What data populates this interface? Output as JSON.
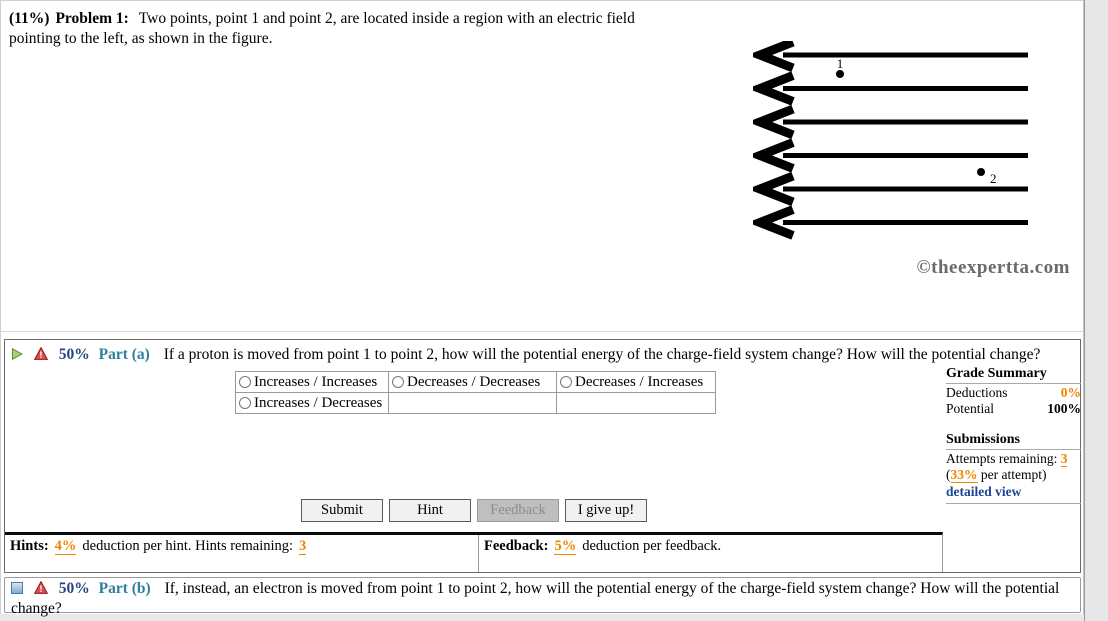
{
  "problem": {
    "percent": "(11%)",
    "label": "Problem 1:",
    "text": "Two points, point 1 and point 2, are located inside a region with an electric field pointing to the left, as shown in the figure."
  },
  "figure": {
    "arrow_count": 6,
    "point1_label": "1",
    "point2_label": "2"
  },
  "copyright": "©theexpertta.com",
  "part_a": {
    "percent": "50%",
    "label": "Part (a)",
    "question": "If a proton is moved from point 1 to point 2, how will the potential energy of the charge-field system change? How will the potential change?",
    "options": [
      "Increases / Increases",
      "Decreases / Decreases",
      "Decreases / Increases",
      "Increases / Decreases"
    ]
  },
  "grade_summary": {
    "title": "Grade Summary",
    "rows": [
      {
        "label": "Deductions",
        "value": "0%"
      },
      {
        "label": "Potential",
        "value": "100%"
      }
    ],
    "submissions_title": "Submissions",
    "attempts_label": "Attempts remaining:",
    "attempts_value": "3",
    "per_attempt_open": "(",
    "per_attempt_value": "33%",
    "per_attempt_close": " per attempt)",
    "detailed_view": "detailed view"
  },
  "buttons": {
    "submit": "Submit",
    "hint": "Hint",
    "feedback": "Feedback",
    "give_up": "I give up!"
  },
  "hints_bar": {
    "hints_label": "Hints:",
    "hint_deduction": "4%",
    "hints_text": "deduction per hint. Hints remaining:",
    "hints_remaining": "3",
    "feedback_label": "Feedback:",
    "feedback_deduction": "5%",
    "feedback_text": "deduction per feedback."
  },
  "part_b": {
    "percent": "50%",
    "label": "Part (b)",
    "question": "If, instead, an electron is moved from point 1 to point 2, how will the potential energy of the charge-field system change? How will the potential change?"
  },
  "colors": {
    "accent_orange": "#ef8600",
    "link_navy": "#1b4697",
    "part_percent_blue": "#25447d",
    "part_label_teal": "#2d7f9d"
  }
}
